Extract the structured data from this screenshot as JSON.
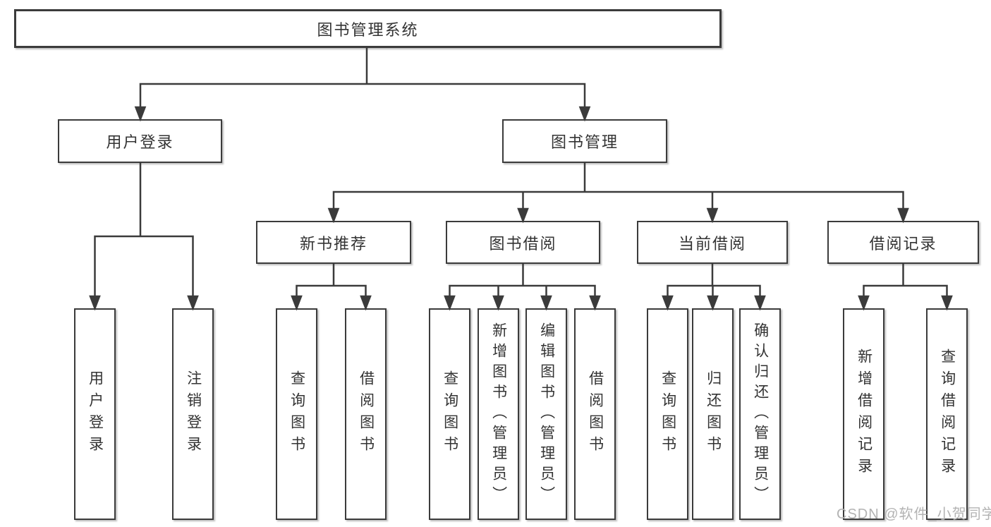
{
  "diagram": {
    "title": "图书管理系统",
    "level1": {
      "user_login": "用户登录",
      "book_mgmt": "图书管理"
    },
    "level2": {
      "new_book": "新书推荐",
      "book_borrow": "图书借阅",
      "current_borrow": "当前借阅",
      "borrow_record": "借阅记录"
    },
    "leaves": {
      "user_login": "用户登录",
      "logout": "注销登录",
      "nb_query": "查询图书",
      "nb_borrow": "借阅图书",
      "bb_query": "查询图书",
      "bb_add": "新增图书（管理员）",
      "bb_edit": "编辑图书（管理员）",
      "bb_borrow": "借阅图书",
      "cb_query": "查询图书",
      "cb_return": "归还图书",
      "cb_confirm": "确认归还（管理员）",
      "br_add": "新增借阅记录",
      "br_query": "查询借阅记录"
    }
  },
  "watermark": "CSDN @软件_小贺同学",
  "colors": {
    "line": "#3b3b3b",
    "text": "#333333",
    "watermark": "#b3b3b3",
    "background": "#ffffff"
  }
}
